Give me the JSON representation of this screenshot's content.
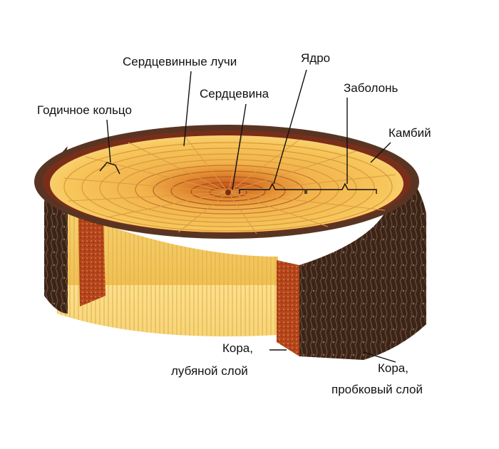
{
  "labels": {
    "rays": "Сердцевинные лучи",
    "core": "Ядро",
    "pith": "Сердцевина",
    "sapwood": "Заболонь",
    "ring": "Годичное кольцо",
    "cambium": "Камбий",
    "bast_line1": "Кора,",
    "bast_line2": "лубяной слой",
    "cork_line1": "Кора,",
    "cork_line2": "пробковый слой"
  },
  "colors": {
    "bark_dark": "#3a2418",
    "bark_mid": "#5a3422",
    "bark_red": "#7a2e1a",
    "bast": "#b5461c",
    "sapwood": "#f7c65a",
    "sapwood_light": "#fbe08e",
    "heartwood": "#e28a30",
    "heart_center": "#c8571c",
    "side_wood": "#f3cd6a",
    "ring_line": "#d79a3c",
    "leader": "#111111"
  }
}
